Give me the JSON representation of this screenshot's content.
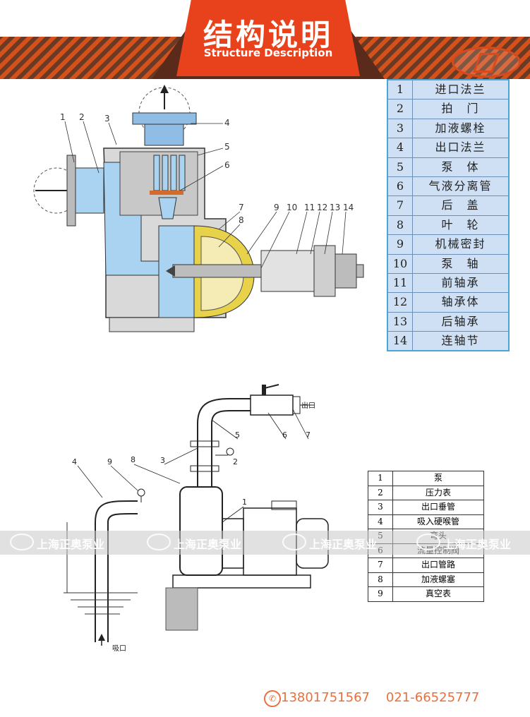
{
  "header": {
    "title": "结构说明",
    "subtitle": "Structure Description"
  },
  "top_diagram": {
    "callouts": [
      "1",
      "2",
      "3",
      "4",
      "5",
      "6",
      "7",
      "8",
      "9",
      "10",
      "11",
      "12",
      "13",
      "14"
    ]
  },
  "parts_table_1": [
    {
      "num": "1",
      "name": "进口法兰"
    },
    {
      "num": "2",
      "name": "拍　门"
    },
    {
      "num": "3",
      "name": "加液螺栓"
    },
    {
      "num": "4",
      "name": "出口法兰"
    },
    {
      "num": "5",
      "name": "泵　体"
    },
    {
      "num": "6",
      "name": "气液分离管"
    },
    {
      "num": "7",
      "name": "后　盖"
    },
    {
      "num": "8",
      "name": "叶　轮"
    },
    {
      "num": "9",
      "name": "机械密封"
    },
    {
      "num": "10",
      "name": "泵　轴"
    },
    {
      "num": "11",
      "name": "前轴承"
    },
    {
      "num": "12",
      "name": "轴承体"
    },
    {
      "num": "13",
      "name": "后轴承"
    },
    {
      "num": "14",
      "name": "连轴节"
    }
  ],
  "bottom_diagram": {
    "callouts": [
      "1",
      "2",
      "3",
      "4",
      "5",
      "6",
      "7",
      "8",
      "9"
    ],
    "outlet_label": "出口",
    "inlet_label": "吸口"
  },
  "parts_table_2": [
    {
      "num": "1",
      "name": "泵"
    },
    {
      "num": "2",
      "name": "压力表"
    },
    {
      "num": "3",
      "name": "出口垂管"
    },
    {
      "num": "4",
      "name": "吸入硬喉管"
    },
    {
      "num": "5",
      "name": "弯头"
    },
    {
      "num": "6",
      "name": "流量控制阀"
    },
    {
      "num": "7",
      "name": "出口管路"
    },
    {
      "num": "8",
      "name": "加液螺塞"
    },
    {
      "num": "9",
      "name": "真空表"
    }
  ],
  "watermark": {
    "text": "上海正奥泵业"
  },
  "footer": {
    "phone1": "13801751567",
    "phone2": "021-66525777"
  },
  "colors": {
    "accent": "#e8421c",
    "dark_brown": "#5a2a1a",
    "water_blue": "#a9d3f1",
    "impeller_yellow": "#e8d24a",
    "table_blue": "#cfe0f4",
    "footer_orange": "#e9703c"
  }
}
